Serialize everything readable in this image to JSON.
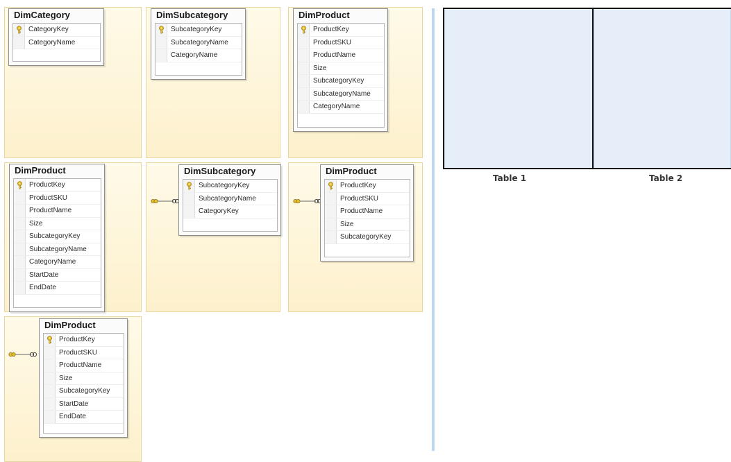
{
  "panels": [
    {
      "title": "DimCategory",
      "has_relationship": false,
      "rows": [
        {
          "name": "CategoryKey",
          "key": true
        },
        {
          "name": "CategoryName",
          "key": false
        }
      ]
    },
    {
      "title": "DimSubcategory",
      "has_relationship": false,
      "rows": [
        {
          "name": "SubcategoryKey",
          "key": true
        },
        {
          "name": "SubcategoryName",
          "key": false
        },
        {
          "name": "CategoryName",
          "key": false
        }
      ]
    },
    {
      "title": "DimProduct",
      "has_relationship": false,
      "rows": [
        {
          "name": "ProductKey",
          "key": true
        },
        {
          "name": "ProductSKU",
          "key": false
        },
        {
          "name": "ProductName",
          "key": false
        },
        {
          "name": "Size",
          "key": false
        },
        {
          "name": "SubcategoryKey",
          "key": false
        },
        {
          "name": "SubcategoryName",
          "key": false
        },
        {
          "name": "CategoryName",
          "key": false
        }
      ]
    },
    {
      "title": "DimProduct",
      "has_relationship": false,
      "rows": [
        {
          "name": "ProductKey",
          "key": true
        },
        {
          "name": "ProductSKU",
          "key": false
        },
        {
          "name": "ProductName",
          "key": false
        },
        {
          "name": "Size",
          "key": false
        },
        {
          "name": "SubcategoryKey",
          "key": false
        },
        {
          "name": "SubcategoryName",
          "key": false
        },
        {
          "name": "CategoryName",
          "key": false
        },
        {
          "name": "StartDate",
          "key": false
        },
        {
          "name": "EndDate",
          "key": false
        }
      ]
    },
    {
      "title": "DimSubcategory",
      "has_relationship": true,
      "rows": [
        {
          "name": "SubcategoryKey",
          "key": true
        },
        {
          "name": "SubcategoryName",
          "key": false
        },
        {
          "name": "CategoryKey",
          "key": false
        }
      ]
    },
    {
      "title": "DimProduct",
      "has_relationship": true,
      "rows": [
        {
          "name": "ProductKey",
          "key": true
        },
        {
          "name": "ProductSKU",
          "key": false
        },
        {
          "name": "ProductName",
          "key": false
        },
        {
          "name": "Size",
          "key": false
        },
        {
          "name": "SubcategoryKey",
          "key": false
        }
      ]
    },
    {
      "title": "DimProduct",
      "has_relationship": true,
      "rows": [
        {
          "name": "ProductKey",
          "key": true
        },
        {
          "name": "ProductSKU",
          "key": false
        },
        {
          "name": "ProductName",
          "key": false
        },
        {
          "name": "Size",
          "key": false
        },
        {
          "name": "SubcategoryKey",
          "key": false
        },
        {
          "name": "StartDate",
          "key": false
        },
        {
          "name": "EndDate",
          "key": false
        }
      ]
    }
  ],
  "targets": [
    {
      "label": "Table 1"
    },
    {
      "label": "Table 2"
    }
  ],
  "colors": {
    "panel_bg": "#fdf0cc",
    "target_bg": "#e5eef9",
    "divider": "#bdd7ee",
    "key_icon": "#e8c230"
  }
}
